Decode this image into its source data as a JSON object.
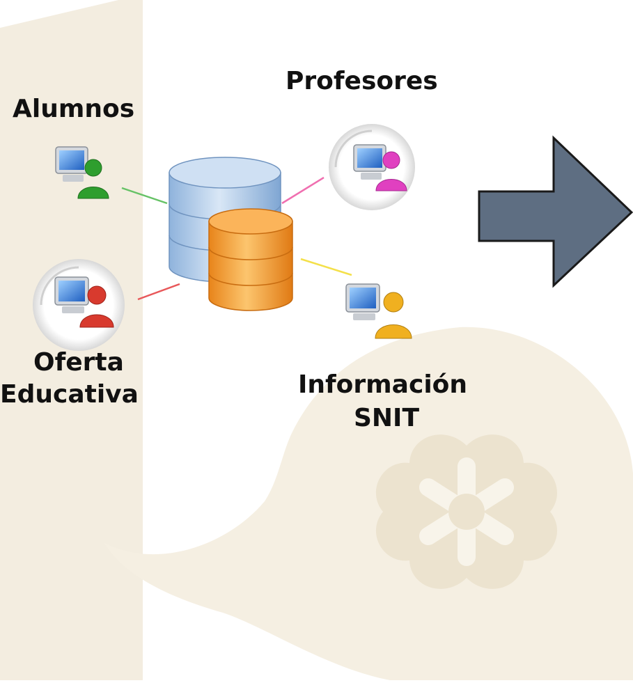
{
  "labels": {
    "alumnos": "Alumnos",
    "profesores": "Profesores",
    "oferta_line1": "Oferta",
    "oferta_line2": "Educativa",
    "info_line1": "Información",
    "info_line2": "SNIT"
  },
  "colors": {
    "watermark": "#f3ede0",
    "alumnos_user": "#2e9e2e",
    "profesores_user": "#e040c0",
    "oferta_user": "#d83a2e",
    "info_user": "#f0b020",
    "db_blue": "#a9c6e8",
    "db_orange": "#f6a43a",
    "arrow_fill": "#5e6e82",
    "arrow_stroke": "#1a1a1a"
  },
  "icons": {
    "alumnos": "user-computer-icon",
    "profesores": "user-computer-icon",
    "oferta": "user-computer-icon",
    "info": "user-computer-icon",
    "database": "database-icon",
    "arrow": "arrow-right-icon"
  }
}
